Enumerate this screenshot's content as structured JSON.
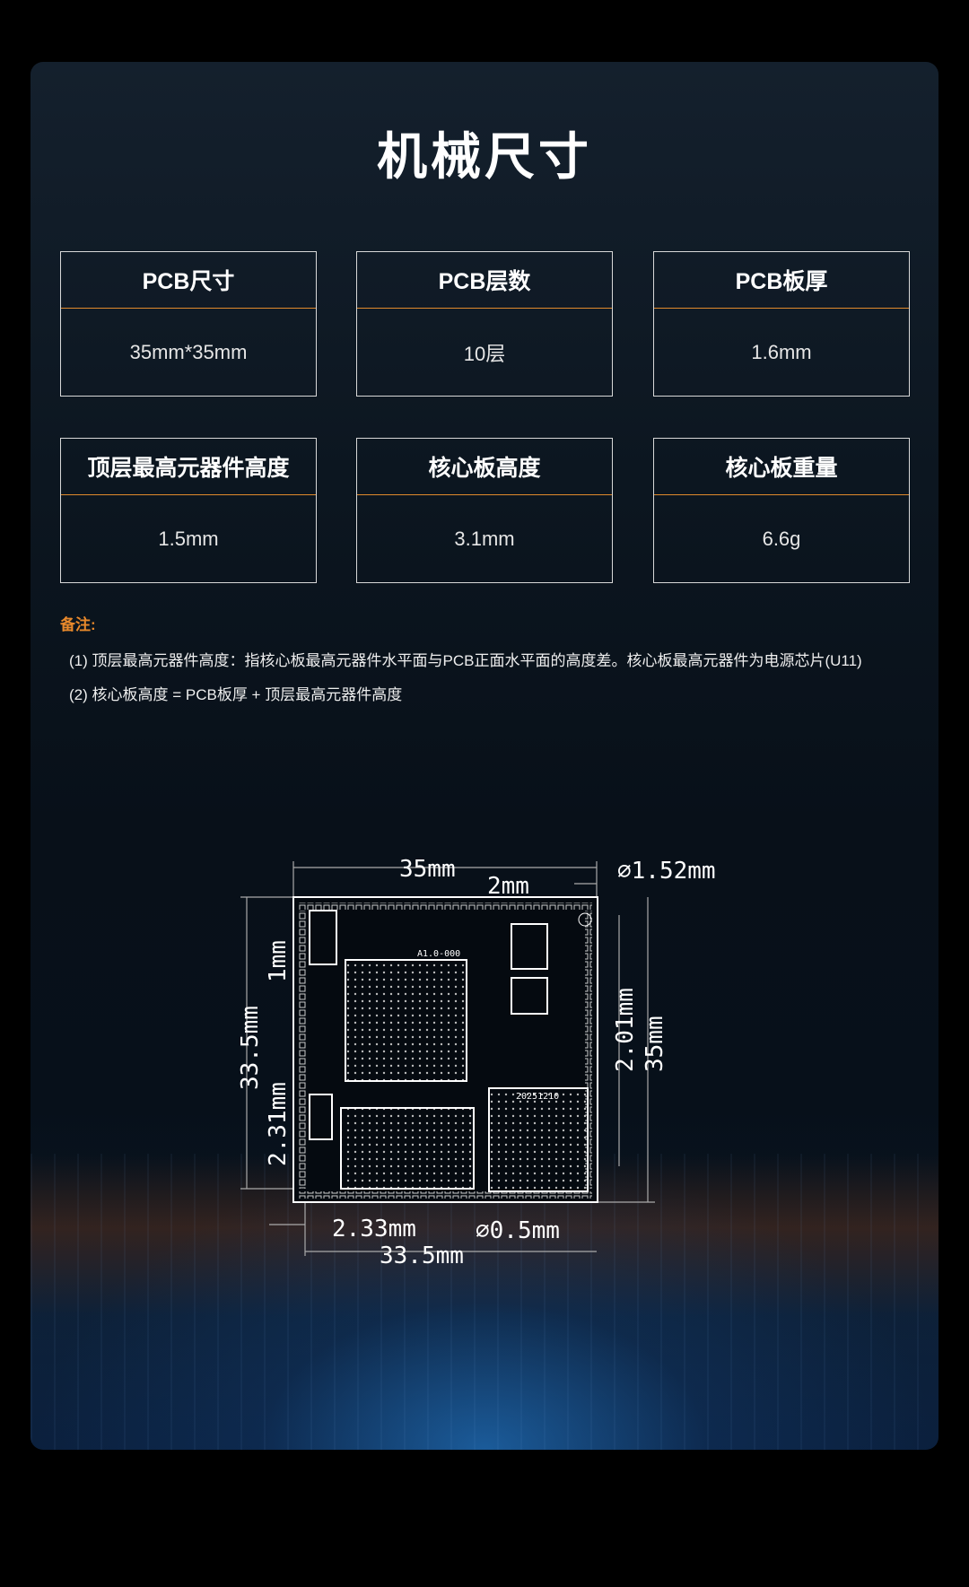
{
  "title": "机械尺寸",
  "specs": [
    {
      "label": "PCB尺寸",
      "value": "35mm*35mm"
    },
    {
      "label": "PCB层数",
      "value": "10层"
    },
    {
      "label": "PCB板厚",
      "value": "1.6mm"
    },
    {
      "label": "顶层最高元器件高度",
      "value": "1.5mm"
    },
    {
      "label": "核心板高度",
      "value": "3.1mm"
    },
    {
      "label": "核心板重量",
      "value": "6.6g"
    }
  ],
  "notes": {
    "label": "备注:",
    "items": [
      "(1) 顶层最高元器件高度：指核心板最高元器件水平面与PCB正面水平面的高度差。核心板最高元器件为电源芯片(U11)",
      "(2) 核心板高度 = PCB板厚 + 顶层最高元器件高度"
    ]
  },
  "drawing": {
    "width_top": "35mm",
    "hole_offset": "2mm",
    "hole_dia": "∅1.52mm",
    "height_left": "33.5mm",
    "left_1mm": "1mm",
    "left_231": "2.31mm",
    "right_201": "2.01mm",
    "height_right": "35mm",
    "bottom_233": "2.33mm",
    "pad_dia": "∅0.5mm",
    "width_bottom": "33.5mm",
    "board_version": "A1.0-000",
    "chip_date": "20251210"
  }
}
